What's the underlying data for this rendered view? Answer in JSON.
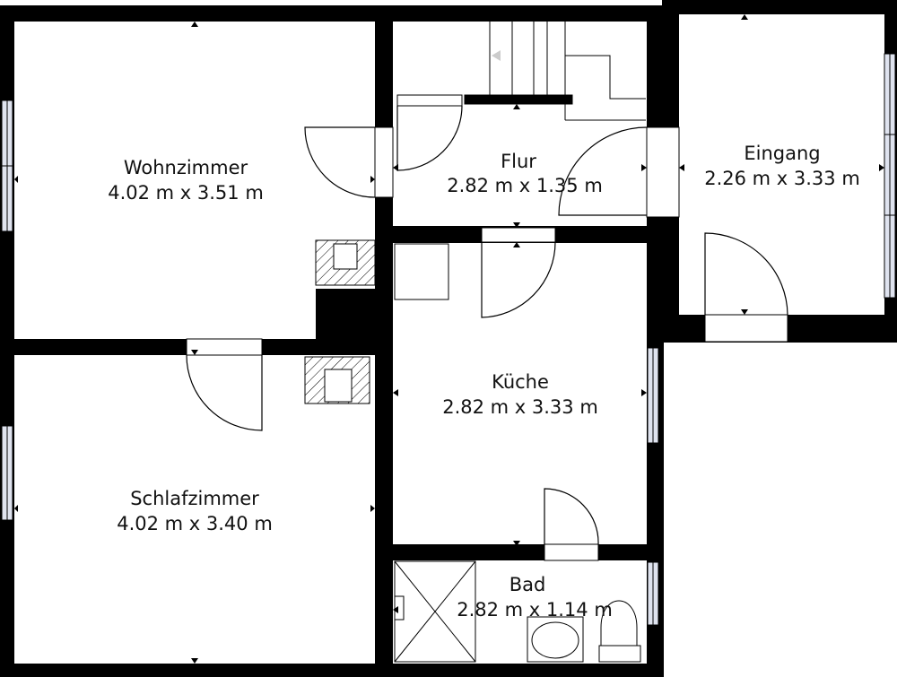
{
  "colors": {
    "wall": "#000000",
    "floor": "#ffffff",
    "window": "#dfe3ef",
    "line": "#000000"
  },
  "rooms": {
    "wohnzimmer": {
      "name": "Wohnzimmer",
      "size": "4.02 m x 3.51 m"
    },
    "flur": {
      "name": "Flur",
      "size": "2.82 m x 1.35 m"
    },
    "eingang": {
      "name": "Eingang",
      "size": "2.26 m x 3.33 m"
    },
    "kueche": {
      "name": "Küche",
      "size": "2.82 m x 3.33 m"
    },
    "schlafzimmer": {
      "name": "Schlafzimmer",
      "size": "4.02 m x 3.40 m"
    },
    "bad": {
      "name": "Bad",
      "size": "2.82 m x 1.14 m"
    }
  },
  "icons": [
    "stairs-icon",
    "chimney-icon",
    "shower-icon",
    "sink-icon",
    "toilet-icon",
    "door-swing-icon",
    "window-icon"
  ]
}
